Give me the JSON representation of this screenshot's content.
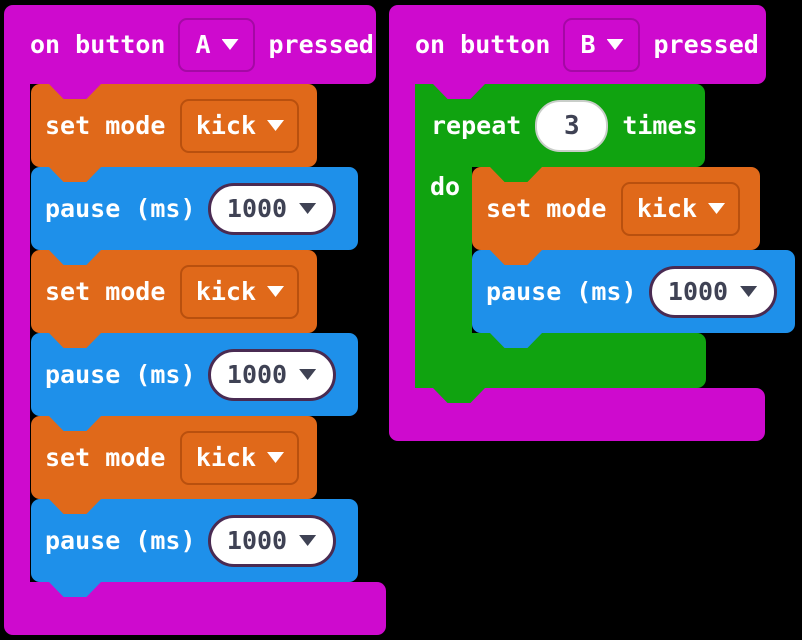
{
  "canvas": {
    "background": "#000000"
  },
  "colors": {
    "event_block": "#CE0ACE",
    "event_dropdown_border": "#A508A5",
    "action_block": "#E0691A",
    "action_dropdown_border": "#B9500E",
    "pause_block": "#1E90EA",
    "loop_block": "#10A310",
    "value_field_border": "#4A2B52",
    "value_field_text": "#3F4254",
    "count_field_border": "#C9CEC9",
    "label_text": "#FFFFFF"
  },
  "labels": {
    "on_button": "on button",
    "pressed": "pressed",
    "set_mode": "set mode",
    "pause_ms": "pause (ms)",
    "repeat": "repeat",
    "times": "times",
    "do": "do"
  },
  "left_stack": {
    "button": "A",
    "steps": [
      {
        "mode": "kick",
        "pause": "1000"
      },
      {
        "mode": "kick",
        "pause": "1000"
      },
      {
        "mode": "kick",
        "pause": "1000"
      }
    ]
  },
  "right_stack": {
    "button": "B",
    "repeat_count": "3",
    "steps": [
      {
        "mode": "kick",
        "pause": "1000"
      }
    ]
  }
}
